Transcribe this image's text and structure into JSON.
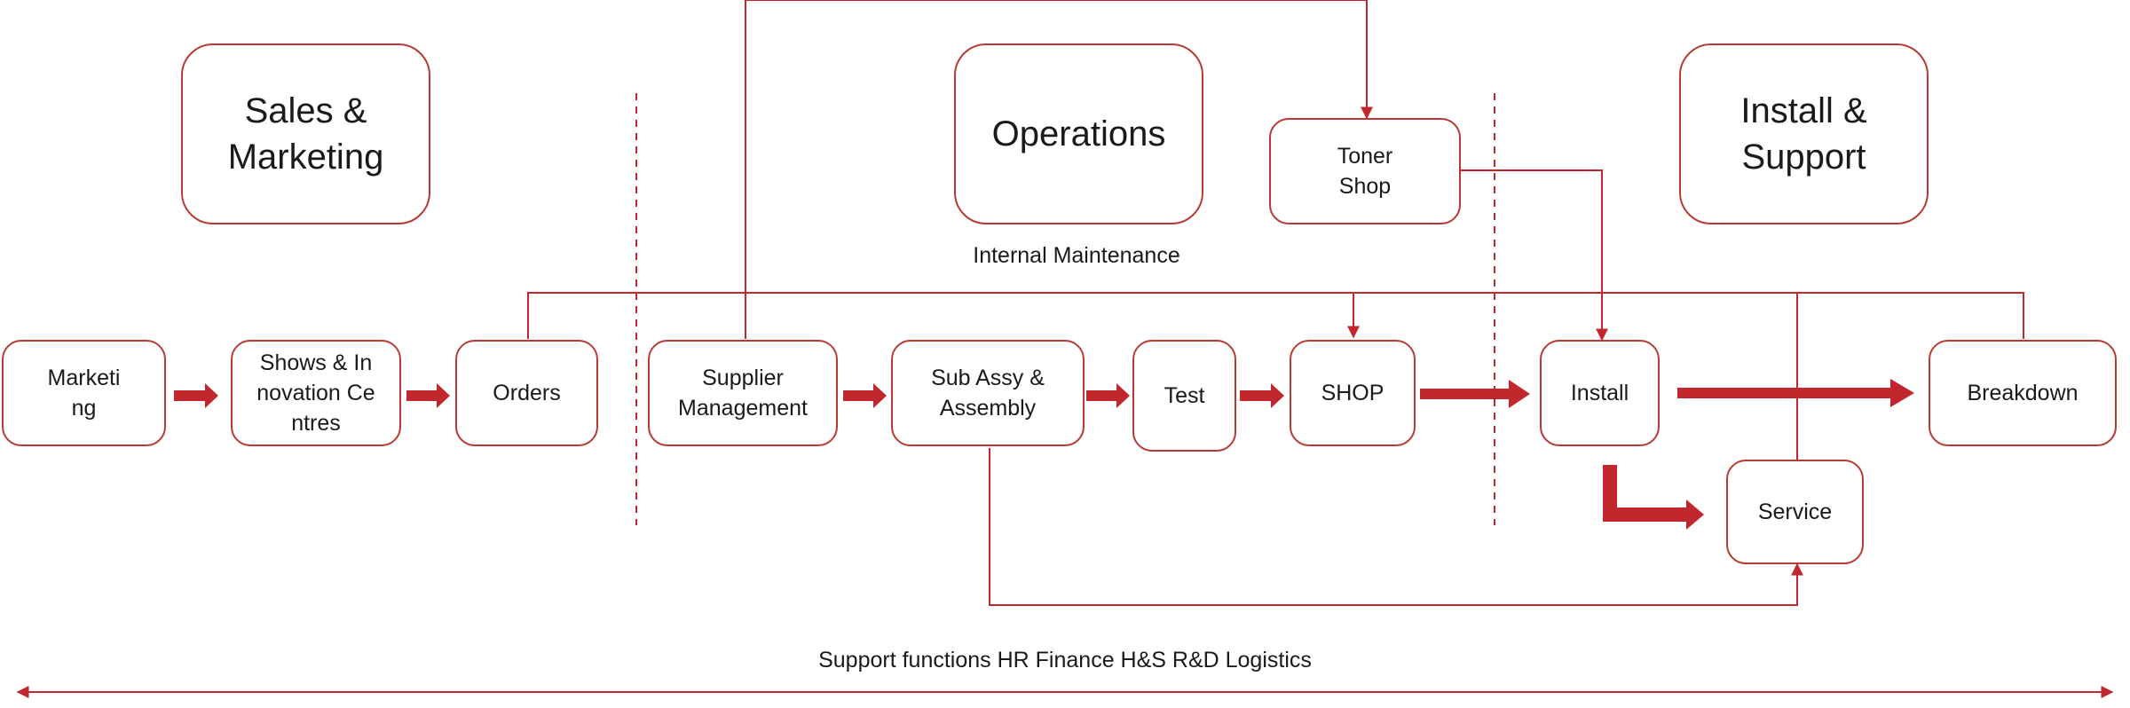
{
  "groups": {
    "sales": "Sales & Marketing",
    "operations": "Operations",
    "install_support": "Install & Support"
  },
  "process": {
    "marketing": "Marketing",
    "shows": "Shows & Innovation Centres",
    "orders": "Orders",
    "supplier": "Supplier Management",
    "subassy": "Sub Assy & Assembly",
    "test": "Test",
    "shop": "SHOP",
    "install": "Install",
    "breakdown": "Breakdown",
    "toner": "Toner Shop",
    "service": "Service"
  },
  "labels": {
    "internal_maintenance": "Internal Maintenance",
    "support_functions": "Support functions HR Finance H&S R&D Logistics"
  },
  "colors": {
    "accent": "#c1272d",
    "outline": "#b93a32"
  }
}
